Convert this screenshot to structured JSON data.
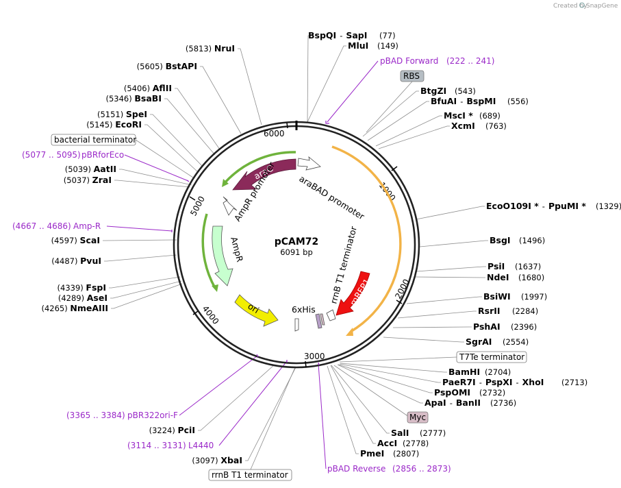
{
  "credit": "Created by",
  "credit_brand": "SnapGene",
  "plasmid": {
    "name": "pCAM72",
    "length": "6091 bp"
  },
  "ticks": [
    "1000",
    "2000",
    "3000",
    "4000",
    "5000",
    "6000"
  ],
  "right_sites": [
    {
      "parts": [
        "BspQI",
        "SapI"
      ],
      "pos": "(77)"
    },
    {
      "parts": [
        "MluI"
      ],
      "pos": "(149)"
    },
    {
      "parts": [
        "BtgZI"
      ],
      "pos": "(543)"
    },
    {
      "parts": [
        "BfuAI",
        "BspMI"
      ],
      "pos": "(556)"
    },
    {
      "parts": [
        "MscI *"
      ],
      "pos": "(689)"
    },
    {
      "parts": [
        "XcmI"
      ],
      "pos": "(763)"
    },
    {
      "parts": [
        "EcoO109I *",
        "PpuMI *"
      ],
      "pos": "(1329)"
    },
    {
      "parts": [
        "BsgI"
      ],
      "pos": "(1496)"
    },
    {
      "parts": [
        "PsiI"
      ],
      "pos": "(1637)"
    },
    {
      "parts": [
        "NdeI"
      ],
      "pos": "(1680)"
    },
    {
      "parts": [
        "BsiWI"
      ],
      "pos": "(1997)"
    },
    {
      "parts": [
        "RsrII"
      ],
      "pos": "(2284)"
    },
    {
      "parts": [
        "PshAI"
      ],
      "pos": "(2396)"
    },
    {
      "parts": [
        "SgrAI"
      ],
      "pos": "(2554)"
    },
    {
      "parts": [
        "BamHI"
      ],
      "pos": "(2704)"
    },
    {
      "parts": [
        "PaeR7I",
        "PspXI",
        "XhoI"
      ],
      "pos": "(2713)"
    },
    {
      "parts": [
        "PspOMI"
      ],
      "pos": "(2732)"
    },
    {
      "parts": [
        "ApaI",
        "BanII"
      ],
      "pos": "(2736)"
    },
    {
      "parts": [
        "SalI"
      ],
      "pos": "(2777)"
    },
    {
      "parts": [
        "AccI"
      ],
      "pos": "(2778)"
    },
    {
      "parts": [
        "PmeI"
      ],
      "pos": "(2807)"
    }
  ],
  "left_sites": [
    {
      "name": "NruI",
      "pos": "(5813)"
    },
    {
      "name": "BstAPI",
      "pos": "(5605)"
    },
    {
      "name": "AflII",
      "pos": "(5406)"
    },
    {
      "name": "BsaBI",
      "pos": "(5346)"
    },
    {
      "name": "SpeI",
      "pos": "(5151)"
    },
    {
      "name": "EcoRI",
      "pos": "(5145)"
    },
    {
      "name": "AatII",
      "pos": "(5039)"
    },
    {
      "name": "ZraI",
      "pos": "(5037)"
    },
    {
      "name": "ScaI",
      "pos": "(4597)"
    },
    {
      "name": "PvuI",
      "pos": "(4487)"
    },
    {
      "name": "FspI",
      "pos": "(4339)"
    },
    {
      "name": "AseI",
      "pos": "(4289)"
    },
    {
      "name": "NmeAIII",
      "pos": "(4265)"
    },
    {
      "name": "PciI",
      "pos": "(3224)"
    },
    {
      "name": "XbaI",
      "pos": "(3097)"
    }
  ],
  "primers": [
    {
      "name": "pBAD Forward",
      "range": "(222 .. 241)"
    },
    {
      "name": "pBRforEco",
      "range": "(5077 .. 5095)"
    },
    {
      "name": "Amp-R",
      "range": "(4667 .. 4686)"
    },
    {
      "name": "pBR322ori-F",
      "range": "(3365 .. 3384)"
    },
    {
      "name": "L4440",
      "range": "(3114 .. 3131)"
    },
    {
      "name": "pBAD Reverse",
      "range": "(2856 .. 2873)"
    }
  ],
  "boxed_features": {
    "rbs": "RBS",
    "myc": "Myc",
    "t7te": "T7Te terminator",
    "bact_term": "bacterial terminator",
    "rrnb_term": "rrnB T1 terminator"
  },
  "features": {
    "arac": "araC",
    "arabad": "araBAD promoter",
    "ampr_promoter": "AmpR promoter",
    "ampr": "AmpR",
    "ori": "ori",
    "mrfp1": "mRFP1",
    "rrnb_inner": "rrnB T1 terminator",
    "his": "6xHis"
  },
  "colors": {
    "araC": "#8b2a5a",
    "mRFP1": "#ee1111",
    "ori": "#f2ee00",
    "AmpR": "#c7ffcf",
    "orf_orange": "#f2b347",
    "orf_green": "#6fb33c",
    "primer": "#9a28c8",
    "myc_box": "#d7bdc7",
    "rbs_box": "#b6bec4"
  }
}
